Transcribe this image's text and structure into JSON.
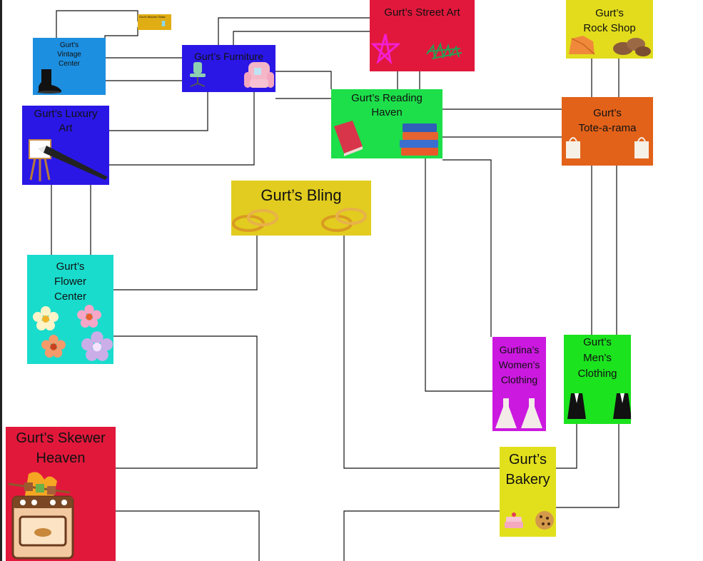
{
  "shops": {
    "murano": {
      "name": "Gurt's Murano Glass",
      "color": "#e0ad14"
    },
    "vintage": {
      "name_lines": [
        "Gurt's",
        "Vintage",
        "Center"
      ],
      "color": "#1d8fe0",
      "icon": "boot-icon"
    },
    "furniture": {
      "name": "Gurt’s Furniture",
      "color": "#2a17e6",
      "icons": [
        "office-chair-icon",
        "armchair-icon"
      ]
    },
    "street_art": {
      "name": "Gurt’s Street Art",
      "color": "#e1183c",
      "icons": [
        "star-graffiti-icon",
        "scribble-graffiti-icon"
      ]
    },
    "rock_shop": {
      "name_lines": [
        "Gurt’s",
        "Rock Shop"
      ],
      "color": "#e2dc1d",
      "icons": [
        "orange-rock-icon",
        "brown-rocks-icon"
      ]
    },
    "luxury_art": {
      "name_lines": [
        "Gurt’s Luxury",
        "Art"
      ],
      "color": "#2a17e6",
      "icons": [
        "easel-icon",
        "paintbrush-icon"
      ]
    },
    "reading_haven": {
      "name_lines": [
        "Gurt’s Reading",
        "Haven"
      ],
      "color": "#1ddf4a",
      "icons": [
        "red-book-icon",
        "book-stack-icon"
      ]
    },
    "tote": {
      "name_lines": [
        "Gurt’s",
        "Tote-a-rama"
      ],
      "color": "#e2621a",
      "icons": [
        "tote-bag-icon",
        "tote-bag-icon"
      ]
    },
    "bling": {
      "name": "Gurt’s Bling",
      "color": "#e2cc1f",
      "icons": [
        "rings-icon",
        "rings-icon"
      ]
    },
    "flower": {
      "name_lines": [
        "Gurt’s",
        "Flower",
        "Center"
      ],
      "color": "#19dccd",
      "icons": [
        "flower-icon"
      ]
    },
    "womens": {
      "name_lines": [
        "Gurtina’s",
        "Women’s",
        "Clothing"
      ],
      "color": "#cb19e0",
      "icons": [
        "dress-icon",
        "dress-icon"
      ]
    },
    "mens": {
      "name_lines": [
        "Gurt’s",
        "Men’s",
        "Clothing"
      ],
      "color": "#1be31e",
      "icons": [
        "tuxedo-icon",
        "tuxedo-icon"
      ]
    },
    "skewer": {
      "name_lines": [
        "Gurt’s Skewer",
        "Heaven"
      ],
      "color": "#e2183b",
      "icons": [
        "skewer-icon",
        "oven-icon"
      ]
    },
    "bakery": {
      "name_lines": [
        "Gurt’s",
        "Bakery"
      ],
      "color": "#e2e01d",
      "icons": [
        "cake-icon",
        "cookie-icon"
      ]
    }
  }
}
